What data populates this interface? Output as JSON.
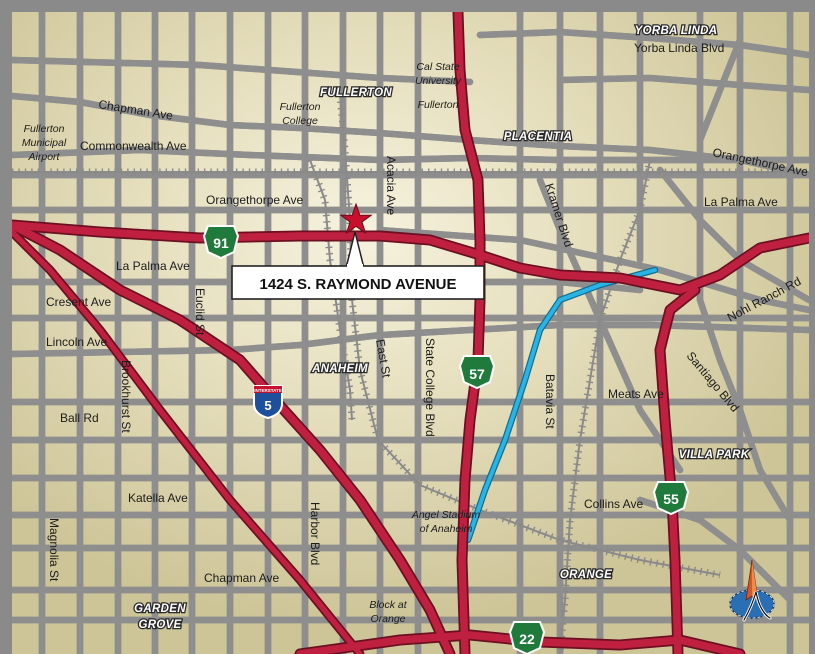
{
  "site": {
    "callout": "1424 S. RAYMOND AVENUE"
  },
  "cities": {
    "yorba_linda": "YORBA LINDA",
    "fullerton": "FULLERTON",
    "placentia": "PLACENTIA",
    "anaheim": "ANAHEIM",
    "villa_park": "VILLA PARK",
    "orange": "ORANGE",
    "garden_grove_1": "GARDEN",
    "garden_grove_2": "GROVE"
  },
  "pois": {
    "cal_state_1": "Cal State",
    "cal_state_2": "University",
    "cal_state_3": "Fullerton",
    "fullerton_college_1": "Fullerton",
    "fullerton_college_2": "College",
    "airport_1": "Fullerton",
    "airport_2": "Municipal",
    "airport_3": "Airport",
    "angel_stadium_1": "Angel Stadium",
    "angel_stadium_2": "of Anaheim",
    "block_1": "Block at",
    "block_2": "Orange"
  },
  "streets": {
    "yorba_linda_blvd": "Yorba Linda Blvd",
    "chapman_ave_north": "Chapman Ave",
    "commonwealth_ave": "Commonwealth Ave",
    "orangethorpe_ave_west": "Orangethorpe Ave",
    "orangethorpe_ave_east": "Orangethorpe Ave",
    "la_palma_ave_west": "La Palma Ave",
    "la_palma_ave_east": "La Palma Ave",
    "acacia_ave": "Acacia Ave",
    "kramer_blvd": "Kramer Blvd",
    "nohl_ranch_rd": "Nohl Ranch Rd",
    "cresent_ave": "Cresent Ave",
    "lincoln_ave": "Lincoln Ave",
    "euclid_st": "Euclid St",
    "brookhurst_st": "Brookhurst St",
    "east_st": "East St",
    "state_college_blvd": "State College Blvd",
    "batavia_st": "Batavia St",
    "meats_ave": "Meats Ave",
    "santiago_blvd": "Santiago Blvd",
    "ball_rd": "Ball Rd",
    "katella_ave": "Katella Ave",
    "collins_ave": "Collins Ave",
    "harbor_blvd": "Harbor Blvd",
    "magnolia_st": "Magnolia St",
    "chapman_ave_south": "Chapman Ave"
  },
  "highways": {
    "sr91": "91",
    "sr57": "57",
    "sr55": "55",
    "sr22": "22",
    "i5": "5",
    "i5_banner": "INTERSTATE"
  },
  "colors": {
    "background": "#d8cfa6",
    "glow": "#f4f0dc",
    "street": "#c0c0c0",
    "street_casing": "#8e8e8e",
    "freeway": "#b71c3a",
    "freeway_casing": "#6b1022",
    "river": "#23a7d9",
    "railroad": "#8a8a8a",
    "shield": "#1f7a3c",
    "star": "#c8102e",
    "frame": "#8a8a8a"
  }
}
